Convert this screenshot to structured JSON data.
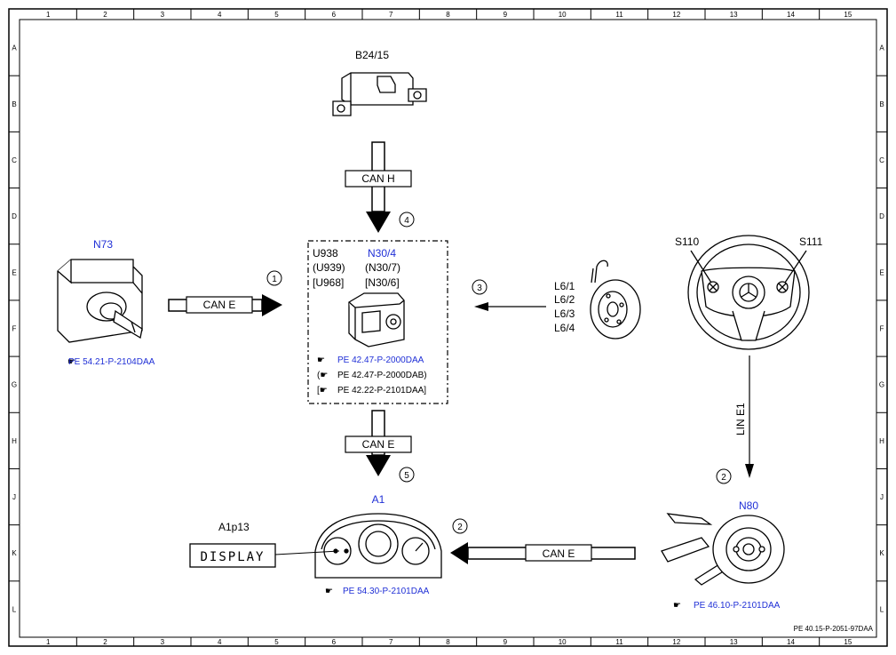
{
  "grid": {
    "columns": [
      "1",
      "2",
      "3",
      "4",
      "5",
      "6",
      "7",
      "8",
      "9",
      "10",
      "11",
      "12",
      "13",
      "14",
      "15"
    ],
    "rows": [
      "A",
      "B",
      "C",
      "D",
      "E",
      "F",
      "G",
      "H",
      "J",
      "K",
      "L"
    ]
  },
  "components": {
    "b24": {
      "code": "B24/15"
    },
    "n73": {
      "code": "N73",
      "ref": "PE 54.21-P-2104DAA"
    },
    "control_unit": {
      "code_main": "U938",
      "code_alt1": "(U939)",
      "code_alt2": "[U968]",
      "code_blue": "N30/4",
      "code_alt3": "(N30/7)",
      "code_alt4": "[N30/6]",
      "refs": [
        "PE 42.47-P-2000DAA",
        "PE 42.47-P-2000DAB)",
        "PE 42.22-P-2101DAA]"
      ],
      "ref_prefix": [
        "",
        "(",
        "["
      ]
    },
    "sensor": {
      "labels": [
        "L6/1",
        "L6/2",
        "L6/3",
        "L6/4"
      ]
    },
    "wheel": {
      "left": "S110",
      "right": "S111"
    },
    "n80": {
      "code": "N80",
      "ref": "PE 46.10-P-2101DAA"
    },
    "a1": {
      "code": "A1",
      "ref": "PE 54.30-P-2101DAA"
    },
    "a1p13": {
      "code": "A1p13",
      "display": "DISPLAY"
    }
  },
  "buses": {
    "can_h": "CAN H",
    "can_e_left": "CAN E",
    "can_e_mid": "CAN E",
    "can_e_bottom": "CAN E",
    "lin": "LIN E1"
  },
  "steps": [
    "1",
    "2",
    "3",
    "4",
    "5"
  ],
  "footer": "PE 40.15-P-2051-97DAA",
  "colors": {
    "accent": "#1f2fd6",
    "line": "#000000"
  }
}
